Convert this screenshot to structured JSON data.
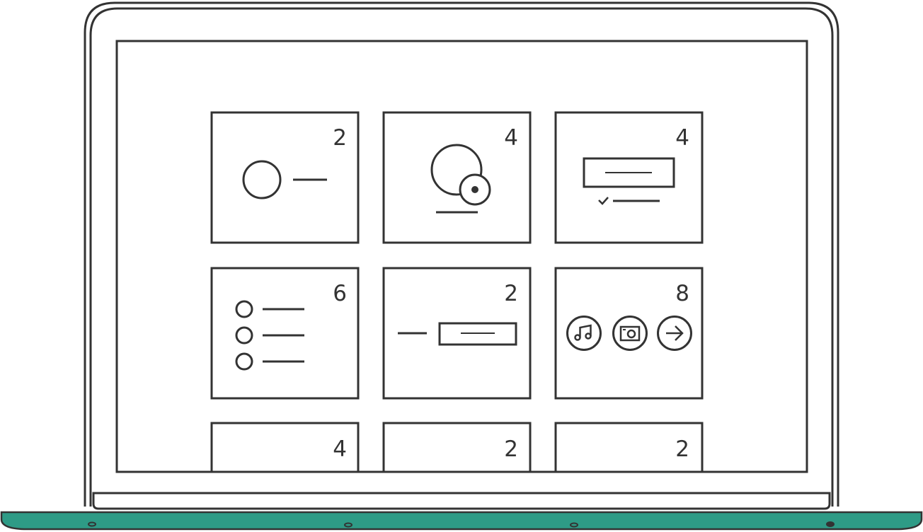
{
  "colors": {
    "stroke": "#333333",
    "base": "#2e9b86",
    "background": "#ffffff"
  },
  "tiles": [
    {
      "count": "2",
      "icon": "avatar-with-line"
    },
    {
      "count": "4",
      "icon": "avatar-with-record-badge"
    },
    {
      "count": "4",
      "icon": "input-box-with-check"
    },
    {
      "count": "6",
      "icon": "radio-list"
    },
    {
      "count": "2",
      "icon": "label-and-input"
    },
    {
      "count": "8",
      "icon": "media-buttons"
    },
    {
      "count": "4",
      "icon": "blank"
    },
    {
      "count": "2",
      "icon": "blank"
    },
    {
      "count": "2",
      "icon": "blank"
    }
  ],
  "media_icons": [
    "music-note-icon",
    "photo-icon",
    "arrow-right-icon"
  ]
}
